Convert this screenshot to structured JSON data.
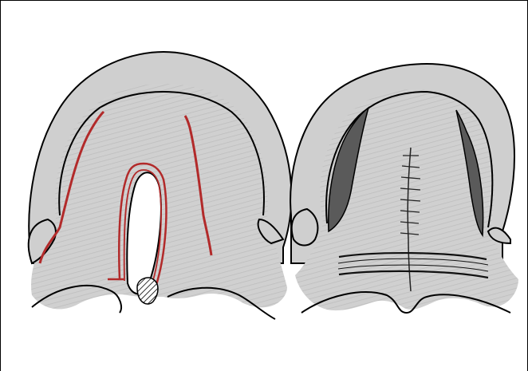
{
  "figure": {
    "panels": [
      {
        "id": "left",
        "description_icon": "cleft-palate-incisions-illustration",
        "colors": {
          "tissue": "#d3d3d3",
          "ridge": "#c9c9c9",
          "incision": "#b22a2a",
          "outline": "#000000",
          "hatch": "#000000"
        }
      },
      {
        "id": "right",
        "description_icon": "palate-repair-sutured-illustration",
        "colors": {
          "tissue": "#d3d3d3",
          "ridge": "#c9c9c9",
          "flap_shadow": "#555555",
          "outline": "#000000",
          "suture": "#222222"
        }
      }
    ],
    "colors": {
      "background": "#ffffff",
      "frame": "#000000"
    }
  }
}
